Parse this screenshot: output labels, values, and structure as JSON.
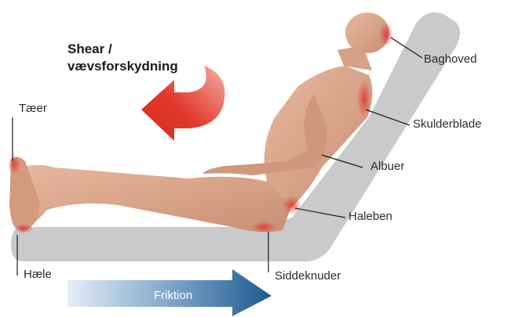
{
  "shear": {
    "line1": "Shear /",
    "line2": "vævsforskydning"
  },
  "friction_label": "Friktion",
  "labels": {
    "toes": "Tæer",
    "heel": "Hæle",
    "back_of_head": "Baghoved",
    "shoulder_blades": "Skulderblade",
    "elbows": "Albuer",
    "hip_bone": "Haleben",
    "sitting_bones": "Siddeknuder"
  },
  "colors": {
    "bed": "#c9cacb",
    "skin": "#d9a58a",
    "pressure": "#e0332c",
    "shear_arrow": "#e2392c",
    "friction_start": "#dfe9f3",
    "friction_end": "#1f5f95"
  }
}
